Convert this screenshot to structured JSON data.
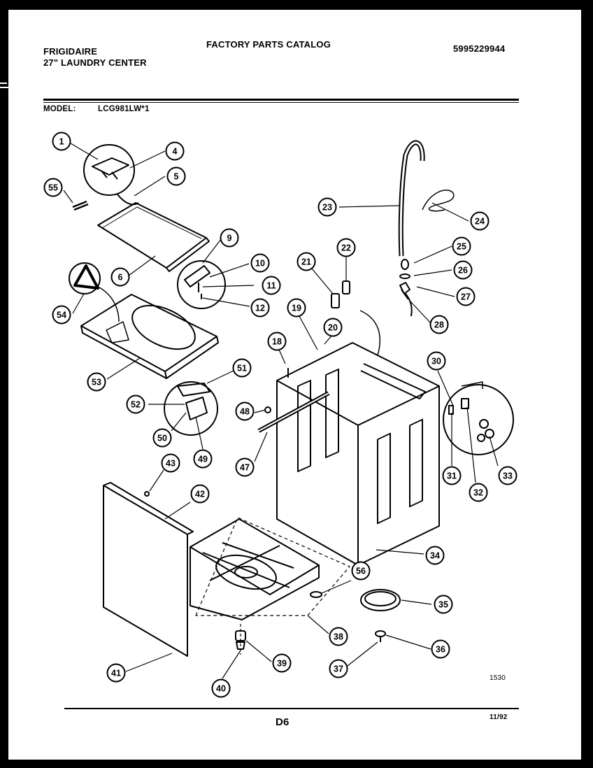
{
  "header": {
    "brand": "FRIGIDAIRE",
    "product": "27\" LAUNDRY CENTER",
    "catalog_title": "FACTORY PARTS CATALOG",
    "catalog_number": "5995229944"
  },
  "model": {
    "label": "MODEL:",
    "value": "LCG981LW*1"
  },
  "diagram": {
    "callouts": [
      "1",
      "4",
      "5",
      "55",
      "6",
      "9",
      "10",
      "11",
      "12",
      "54",
      "53",
      "51",
      "52",
      "50",
      "49",
      "21",
      "22",
      "23",
      "24",
      "25",
      "26",
      "27",
      "28",
      "19",
      "20",
      "18",
      "48",
      "47",
      "30",
      "31",
      "32",
      "33",
      "34",
      "43",
      "42",
      "41",
      "40",
      "39",
      "38",
      "56",
      "35",
      "36",
      "37"
    ]
  },
  "footer": {
    "figure_code": "1530",
    "page_code": "D6",
    "date": "11/92"
  }
}
